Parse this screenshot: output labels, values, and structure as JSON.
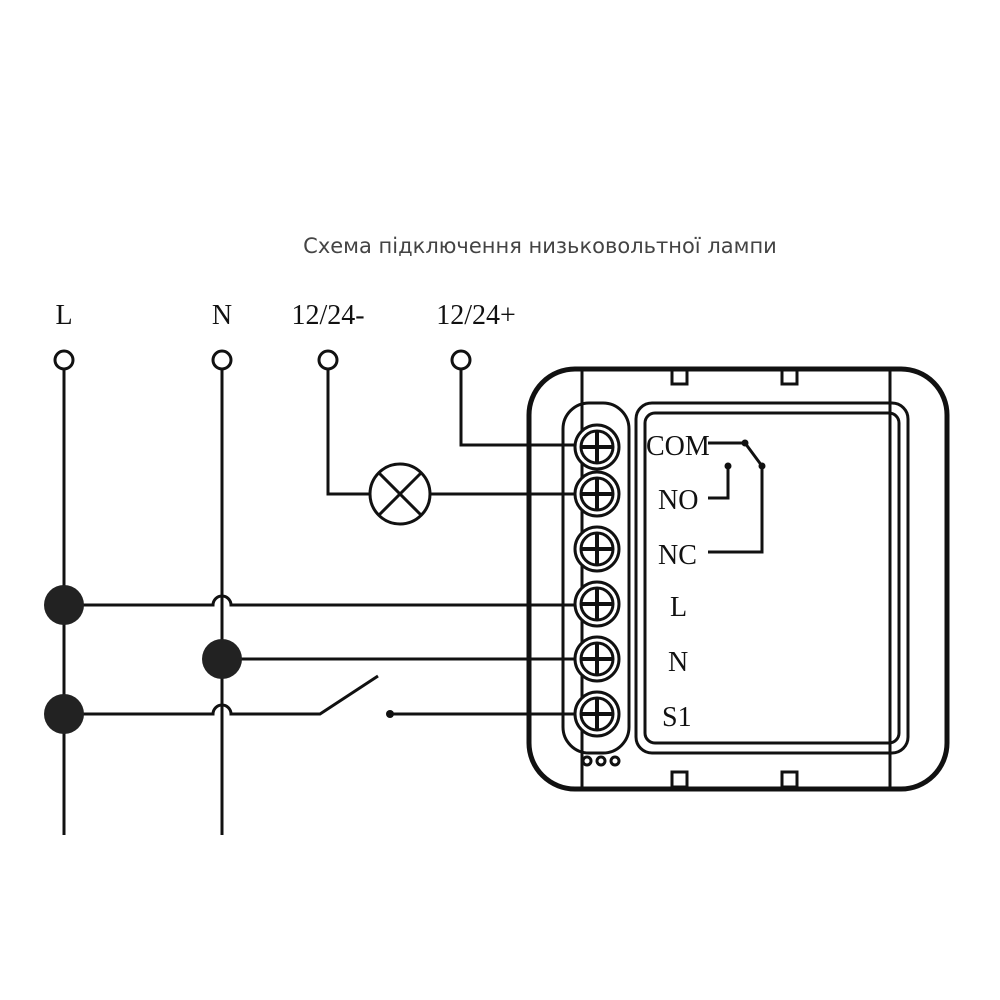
{
  "title": "Схема підключення низьковольтної лампи",
  "supply_labels": {
    "l": "L",
    "n": "N",
    "neg": "12/24-",
    "pos": "12/24+"
  },
  "module_terminals": {
    "com": "COM",
    "no": "NO",
    "nc": "NC",
    "l": "L",
    "n": "N",
    "s1": "S1"
  }
}
